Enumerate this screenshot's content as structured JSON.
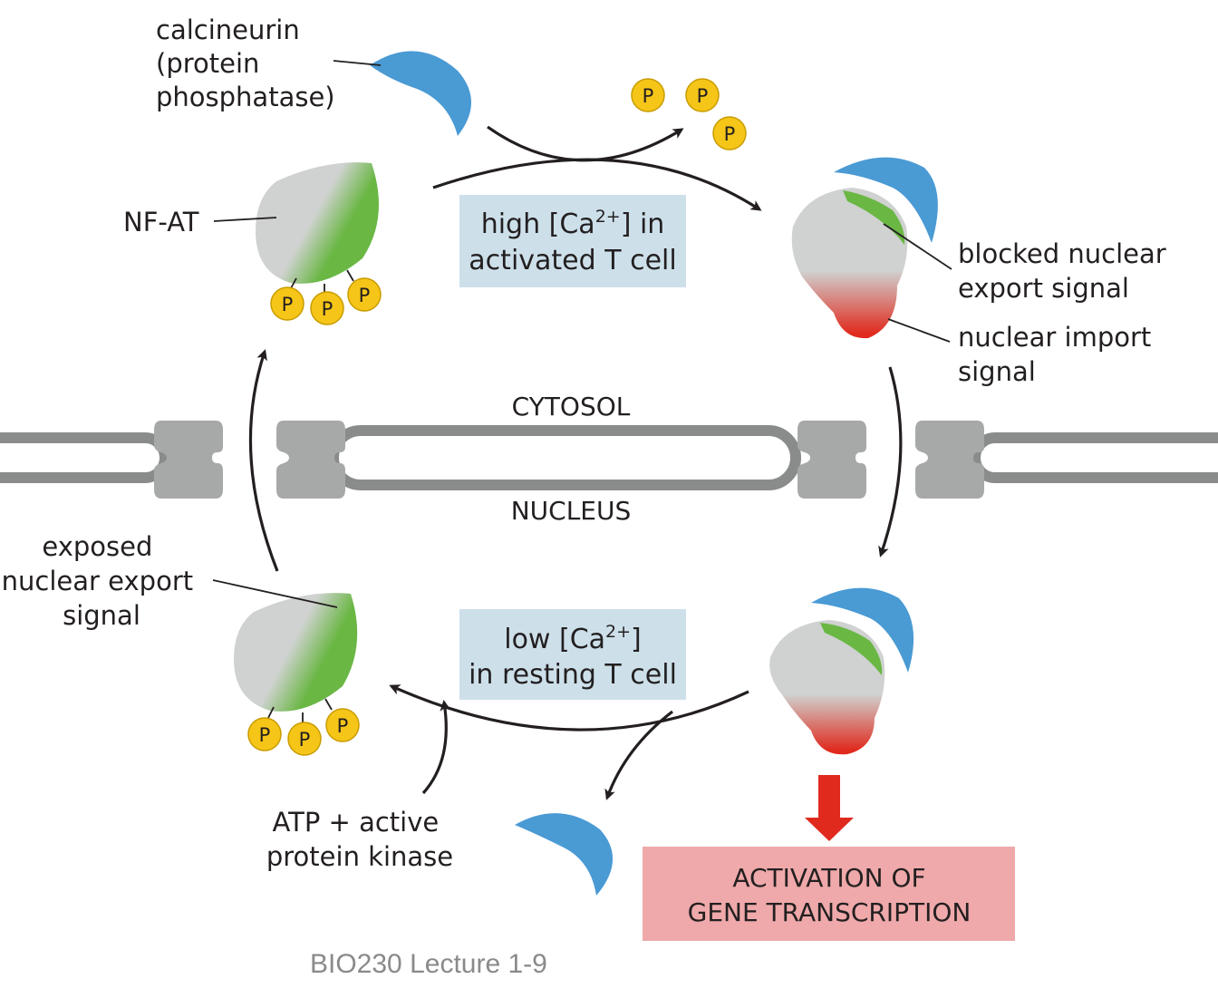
{
  "labels": {
    "calcineurin": [
      "calcineurin",
      "(protein",
      "phosphatase)"
    ],
    "nfat": "NF-AT",
    "high_ca_box": {
      "line1_pre": "high [Ca",
      "sup": "2+",
      "line1_post": "] in",
      "line2": "activated T cell"
    },
    "low_ca_box": {
      "line1_pre": "low [Ca",
      "sup": "2+",
      "line1_post": "]",
      "line2": "in resting T cell"
    },
    "blocked_export": [
      "blocked nuclear",
      "export signal"
    ],
    "nuclear_import": [
      "nuclear import",
      "signal"
    ],
    "cytosol": "CYTOSOL",
    "nucleus": "NUCLEUS",
    "exposed_export": [
      "exposed",
      "nuclear export",
      "signal"
    ],
    "atp_kinase": [
      "ATP + active",
      "protein kinase"
    ],
    "activation": [
      "ACTIVATION OF",
      "GENE TRANSCRIPTION"
    ],
    "phosphate": "P"
  },
  "footer": "BIO230 Lecture 1-9",
  "colors": {
    "calcineurin_blue": "#4a9ad4",
    "protein_grey": "#cfd2d0",
    "export_signal_green": "#6ab744",
    "import_signal_red": "#e02a1e",
    "phosphate_yellow": "#f5c518",
    "membrane_grey": "#8a8c8c",
    "pore_grey": "#a7a9a9",
    "info_box_blue": "#cde0ea",
    "activation_box_pink": "#efa9aa",
    "activation_arrow_red": "#e02a1e"
  }
}
